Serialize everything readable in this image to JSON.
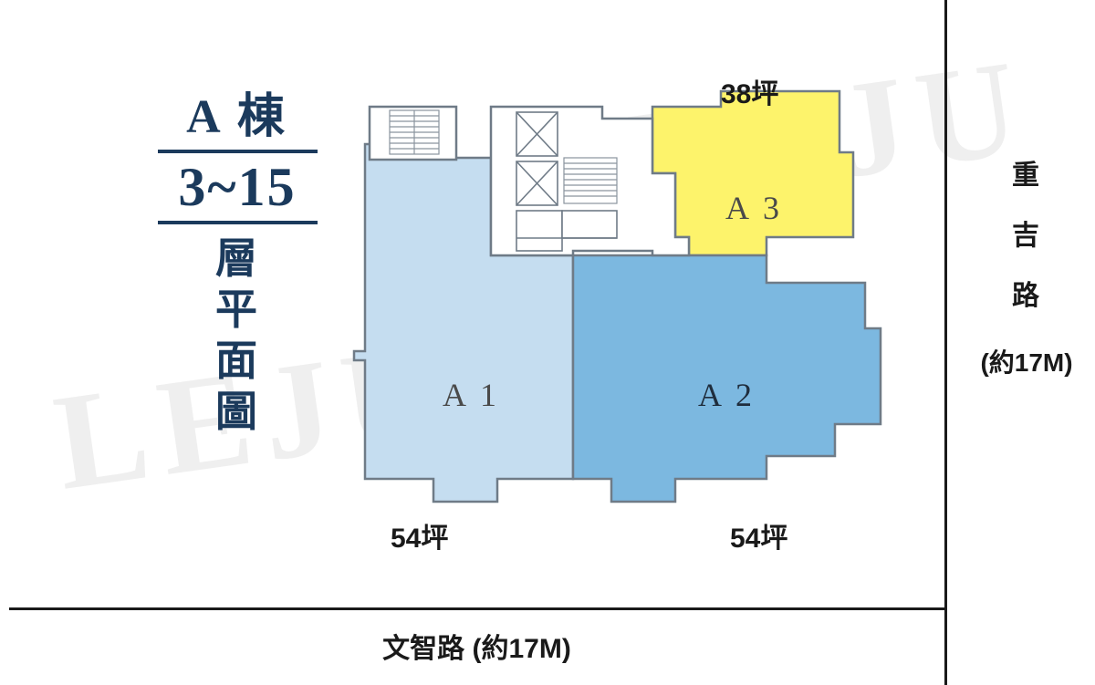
{
  "watermarks": {
    "left": "LEJU",
    "right": "LEJU"
  },
  "title_block": {
    "building": "A 棟",
    "floors": "3~15",
    "plan_label_lines": [
      "層",
      "平",
      "面",
      "圖"
    ]
  },
  "roads": {
    "right": {
      "name_chars": [
        "重",
        "吉",
        "路"
      ],
      "width": "(約17M)"
    },
    "bottom": {
      "label": "文智路 (約17M)"
    }
  },
  "units": [
    {
      "id": "A3",
      "label": "A 3",
      "area": "38坪",
      "color": "#fdf36b"
    },
    {
      "id": "A1",
      "label": "A 1",
      "area": "54坪",
      "color": "#c5ddf0"
    },
    {
      "id": "A2",
      "label": "A 2",
      "area": "54坪",
      "color": "#7cb8e0"
    }
  ],
  "colors": {
    "title_navy": "#1b3a5c",
    "unit_a3": "#fdf36b",
    "unit_a1": "#c5ddf0",
    "unit_a2": "#7cb8e0",
    "outline": "#6f7b87",
    "frame": "#1a1a1a"
  }
}
